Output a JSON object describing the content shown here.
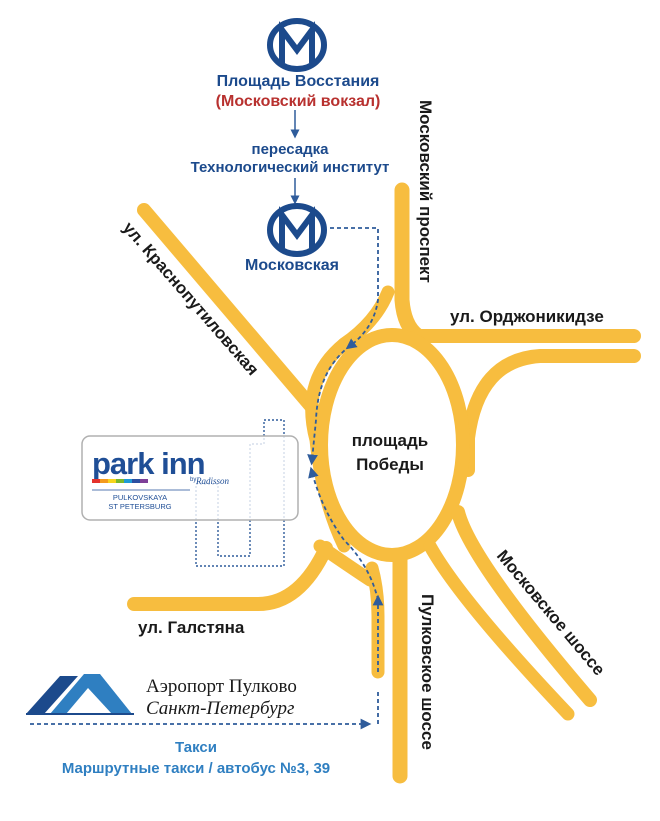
{
  "colors": {
    "road": "#f7bd3f",
    "metro_blue": "#1c4a8c",
    "accent_red": "#b8312f",
    "taxi_blue": "#2f7fc1",
    "route": "#2f5c9b"
  },
  "metro": {
    "icon": "metro-logo-icon",
    "station1_line1": "Площадь Восстания",
    "station1_line2": "(Московский вокзал)",
    "transfer_line1": "пересадка",
    "transfer_line2": "Технологический институт",
    "station2": "Московская"
  },
  "streets": {
    "moskovsky_prospekt": "Московский проспект",
    "ordzhonikidze": "ул. Орджоникидзе",
    "krasnoputilovskaya": "ул. Краснопутиловская",
    "galstyana": "ул. Галстяна",
    "pulkovskoe": "Пулковское шоссе",
    "moskovskoe": "Московское шоссе"
  },
  "square": {
    "line1": "площадь",
    "line2": "Победы"
  },
  "hotel": {
    "logo_main": "park inn",
    "logo_by": "by",
    "logo_radisson": "Radisson",
    "line1": "PULKOVSKAYA",
    "line2": "ST PETERSBURG"
  },
  "airport": {
    "icon": "airport-logo-icon",
    "name": "Аэропорт Пулково",
    "city": "Санкт-Петербург"
  },
  "transport": {
    "taxi": "Такси",
    "bus": "Маршрутные такси / автобус №3, 39"
  }
}
